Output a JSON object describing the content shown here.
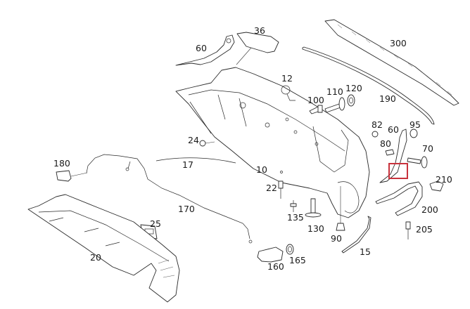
{
  "diagram": {
    "title": "Rear bumper assembly exploded parts diagram",
    "highlight_color": "#c8323c",
    "highlight": {
      "part": "60",
      "description": "highlighted region on side bracket"
    },
    "callouts": [
      {
        "id": "c36",
        "label": "36"
      },
      {
        "id": "c60a",
        "label": "60"
      },
      {
        "id": "c300",
        "label": "300"
      },
      {
        "id": "c12",
        "label": "12"
      },
      {
        "id": "c110",
        "label": "110"
      },
      {
        "id": "c120",
        "label": "120"
      },
      {
        "id": "c100",
        "label": "100"
      },
      {
        "id": "c190",
        "label": "190"
      },
      {
        "id": "c82",
        "label": "82"
      },
      {
        "id": "c60b",
        "label": "60"
      },
      {
        "id": "c95",
        "label": "95"
      },
      {
        "id": "c24",
        "label": "24"
      },
      {
        "id": "c80",
        "label": "80"
      },
      {
        "id": "c70",
        "label": "70"
      },
      {
        "id": "c180",
        "label": "180"
      },
      {
        "id": "c17",
        "label": "17"
      },
      {
        "id": "c10",
        "label": "10"
      },
      {
        "id": "c210",
        "label": "210"
      },
      {
        "id": "c22",
        "label": "22"
      },
      {
        "id": "c200",
        "label": "200"
      },
      {
        "id": "c170",
        "label": "170"
      },
      {
        "id": "c135",
        "label": "135"
      },
      {
        "id": "c25",
        "label": "25"
      },
      {
        "id": "c130",
        "label": "130"
      },
      {
        "id": "c205",
        "label": "205"
      },
      {
        "id": "c90",
        "label": "90"
      },
      {
        "id": "c15",
        "label": "15"
      },
      {
        "id": "c20",
        "label": "20"
      },
      {
        "id": "c160",
        "label": "160"
      },
      {
        "id": "c165",
        "label": "165"
      }
    ]
  }
}
